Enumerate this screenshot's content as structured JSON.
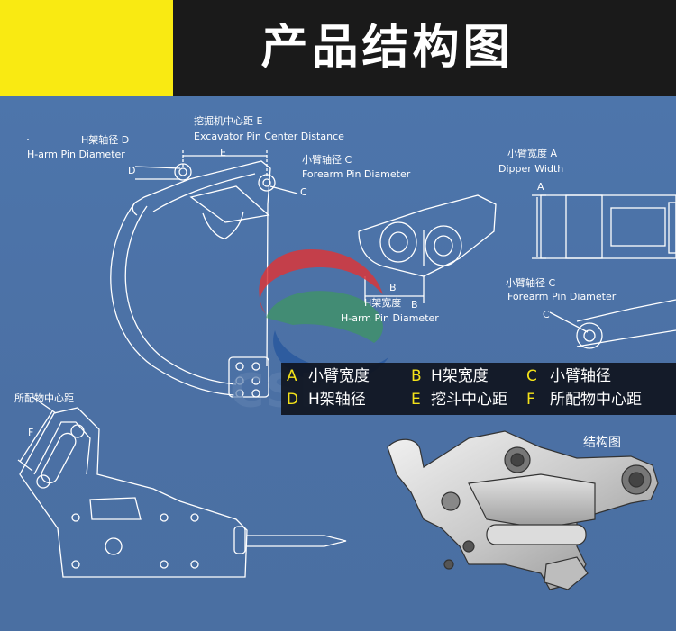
{
  "header": {
    "title": "产品结构图"
  },
  "labels": {
    "h_pin_cn": "H架轴径  D",
    "h_pin_en": "H-arm Pin Diameter",
    "d_mark": "D",
    "e_cn": "挖掘机中心距  E",
    "e_en": "Excavator Pin Center Distance",
    "e_mark": "E",
    "c_cn": "小臂轴径  C",
    "c_en": "Forearm Pin Diameter",
    "c_mark": "C",
    "a_cn": "小臂宽度  A",
    "a_en": "Dipper Width",
    "a_mark": "A",
    "b_mark": "B",
    "b_mark2": "B",
    "b_cn": "H架宽度",
    "b_en": "H-arm Pin Diameter",
    "c2_cn": "小臂轴径  C",
    "c2_en": "Forearm Pin Diameter",
    "c2_mark": "C",
    "f_cn": "所配物中心距",
    "f_mark": "F",
    "structure": "结构图"
  },
  "legend": [
    {
      "letter": "A",
      "text": "小臂宽度"
    },
    {
      "letter": "B",
      "text": "H架宽度"
    },
    {
      "letter": "C",
      "text": "小臂轴径"
    },
    {
      "letter": "D",
      "text": "H架轴径"
    },
    {
      "letter": "E",
      "text": "挖斗中心距"
    },
    {
      "letter": "F",
      "text": "所配物中心距"
    }
  ],
  "colors": {
    "header_bg": "#1a1a1a",
    "accent": "#f9ea12",
    "blueprint": "#4b71a5",
    "legend_letter": "#f4e219"
  }
}
